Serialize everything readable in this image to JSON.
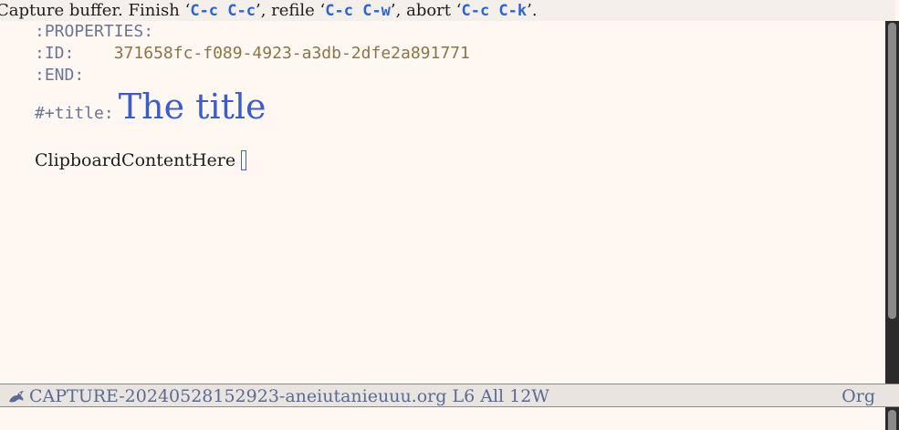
{
  "header": {
    "prefix": "Capture buffer.  Finish ‘",
    "finish_key": "C-c C-c",
    "mid1": "’, refile ‘",
    "refile_key": "C-c C-w",
    "mid2": "’, abort ‘",
    "abort_key": "C-c C-k",
    "suffix": "’."
  },
  "buffer": {
    "properties_start": ":PROPERTIES:",
    "id_key": ":ID:",
    "id_value": "371658fc-f089-4923-a3db-2dfe2a891771",
    "properties_end": ":END:",
    "title_keyword": "#+title:",
    "title_text": "The title",
    "body_text": "ClipboardContentHere"
  },
  "modeline": {
    "buffer_name": "CAPTURE-20240528152923-aneiutanieuuu.org",
    "position": "L6",
    "scroll": "All",
    "word_count": "12W",
    "major_mode": "Org"
  },
  "icons": {
    "modeline_icon": "emacs-gnu-icon"
  },
  "colors": {
    "background": "#fff8f2",
    "key_binding": "#2b63d8",
    "title": "#3c5ccb",
    "drawer": "#6a7596",
    "property_value": "#8c7446",
    "modeline_text": "#596b93"
  }
}
